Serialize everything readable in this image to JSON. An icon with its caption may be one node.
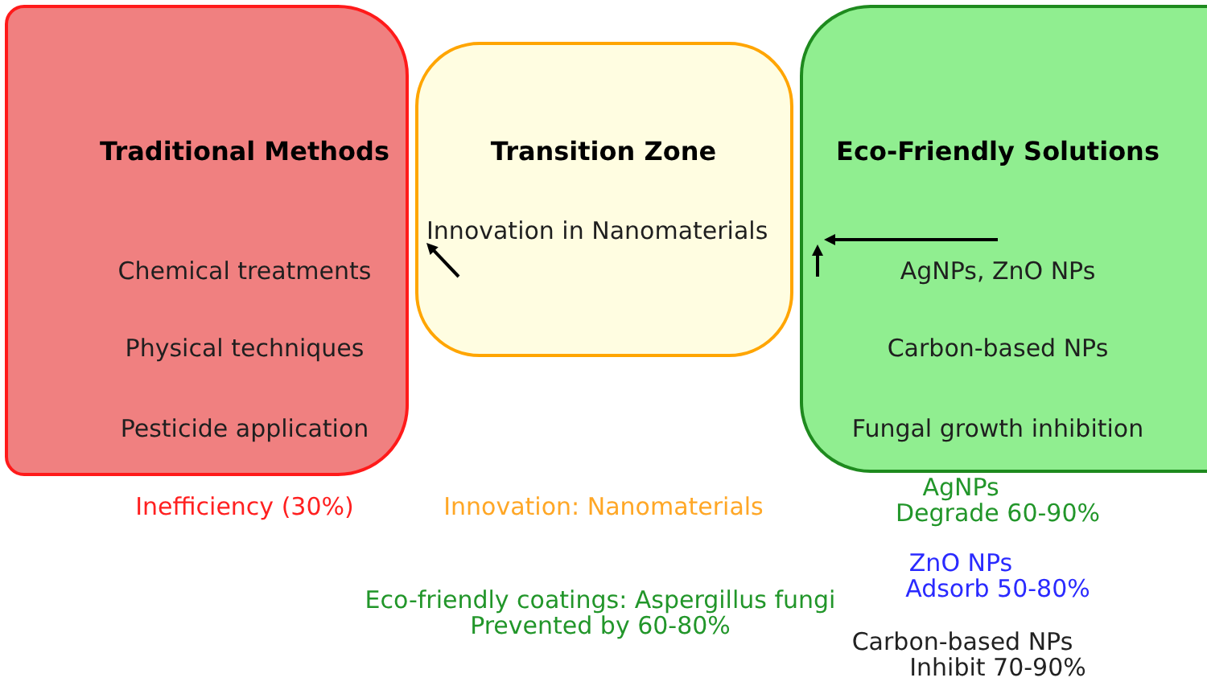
{
  "diagram": {
    "nodes": [
      {
        "text": [
          "Traditional Methods",
          "Chemical treatments",
          "Physical techniques",
          "Pesticide application"
        ],
        "beside": [
          "Inefficiency (30%)"
        ]
      },
      {
        "text": [
          "Transition Zone",
          "Innovation in Nanomaterials"
        ]
      },
      {
        "text": [
          "Eco-Friendly Solutions",
          "AgNPs, ZnO NPs",
          "Carbon-based NPs",
          "Fungal growth inhibition"
        ]
      }
    ],
    "labels": [
      "Innovation: Nanomaterials",
      "AgNPs",
      "Degrade 60-90%",
      "ZnO NPs",
      "Adsorb 50-80%",
      "Eco-friendly coatings: Aspergillus fungi Prevented by 60-80%",
      "Carbon-based NPs",
      "Inhibit 70-90%"
    ]
  }
}
